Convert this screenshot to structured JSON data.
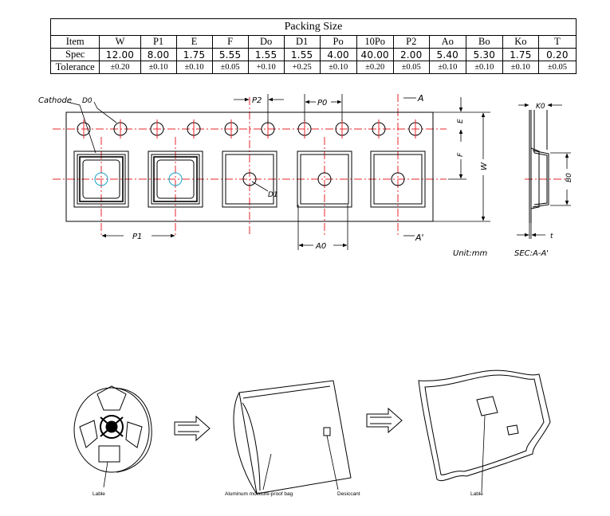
{
  "table": {
    "title": "Packing Size",
    "header": [
      "Item",
      "W",
      "P1",
      "E",
      "F",
      "Do",
      "D1",
      "Po",
      "10Po",
      "P2",
      "Ao",
      "Bo",
      "Ko",
      "T"
    ],
    "spec": [
      "Spec",
      "12.00",
      "8.00",
      "1.75",
      "5.55",
      "1.55",
      "1.55",
      "4.00",
      "40.00",
      "2.00",
      "5.40",
      "5.30",
      "1.75",
      "0.20"
    ],
    "tolerance": [
      "Tolerance",
      "±0.20",
      "±0.10",
      "±0.10",
      "±0.05",
      "+0.10",
      "+0.25",
      "±0.10",
      "±0.20",
      "±0.05",
      "±0.10",
      "±0.10",
      "±0.10",
      "±0.05"
    ]
  },
  "diagram": {
    "cathode": "Cathode",
    "d0": "D0",
    "p2": "P2",
    "p0": "P0",
    "a": "A",
    "a_prime": "A'",
    "e": "E",
    "f": "F",
    "w": "W",
    "d1": "D1",
    "p1": "P1",
    "a0": "A0",
    "unit": "Unit:mm",
    "k0": "K0",
    "b0": "B0",
    "t": "t",
    "section": "SEC:A-A'"
  },
  "packing": {
    "label_reel": "Lable",
    "label_bag": "Aluminum moisture-proof bag",
    "label_desiccant": "Desiccant",
    "label_sealed": "Lable"
  },
  "colors": {
    "centerline": "#e8242b",
    "pad": "#1aa3c8",
    "ink": "#000000"
  }
}
